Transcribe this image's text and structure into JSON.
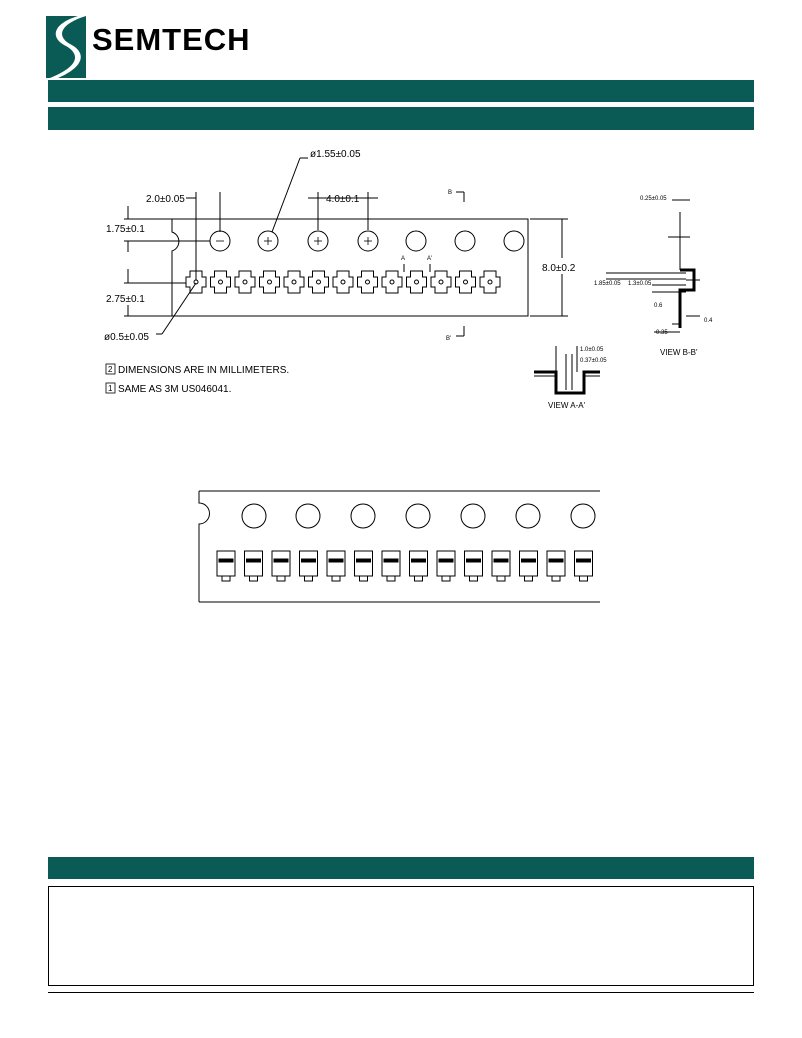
{
  "header": {
    "company_name": "SEMTECH",
    "brand_color": "#0a5b55"
  },
  "drawing": {
    "sprocket_pitch": "4.0±0.1",
    "sprocket_to_pocket": "2.0±0.05",
    "hole_diameter": "ø1.55±0.05",
    "edge_to_hole": "1.75±0.1",
    "hole_to_pocket": "2.75±0.1",
    "pocket_hole_diameter": "ø0.5±0.05",
    "tape_width": "8.0±0.2",
    "section_b": "B",
    "section_b_prime": "B'",
    "section_a": "A",
    "section_a_prime": "A'",
    "notes": [
      {
        "marker": "2",
        "text": "DIMENSIONS ARE IN MILLIMETERS."
      },
      {
        "marker": "1",
        "text": "SAME AS 3M US046041."
      }
    ],
    "view_aa": {
      "label": "VIEW A-A'",
      "dim1": "1.0±0.05",
      "dim2": "0.37±0.05"
    },
    "view_bb": {
      "label": "VIEW B-B'",
      "dim_top": "0.25±0.05",
      "dim_left": "1.85±0.05",
      "dim_mid": "1.3±0.05",
      "dim_06": "0.6",
      "dim_035": "0.35",
      "dim_04": "0.4"
    }
  }
}
